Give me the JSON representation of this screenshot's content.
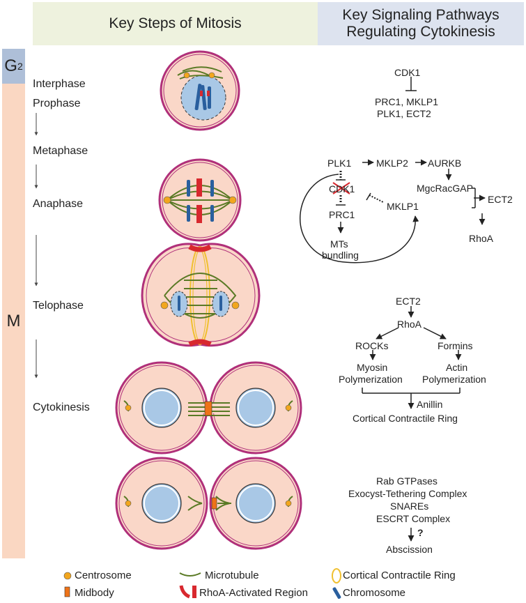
{
  "headers": {
    "left": "Key Steps of Mitosis",
    "right_line1": "Key Signaling Pathways",
    "right_line2": "Regulating Cytokinesis"
  },
  "phase_bars": {
    "g2": "G",
    "g2_sub": "2",
    "m": "M"
  },
  "stages": {
    "interphase": "Interphase",
    "prophase": "Prophase",
    "metaphase": "Metaphase",
    "anaphase": "Anaphase",
    "telophase": "Telophase",
    "cytokinesis": "Cytokinesis"
  },
  "pathways": {
    "p1": {
      "cdk1": "CDK1",
      "line1": "PRC1, MKLP1",
      "line2": "PLK1, ECT2"
    },
    "p2": {
      "plk1": "PLK1",
      "mklp2": "MKLP2",
      "aurkb": "AURKB",
      "cdk1": "CDK1",
      "mgcracgap": "MgcRacGAP",
      "mklp1": "MKLP1",
      "ect2": "ECT2",
      "prc1": "PRC1",
      "rhoa": "RhoA",
      "mts1": "MTs",
      "mts2": "bundling"
    },
    "p3": {
      "ect2": "ECT2",
      "rhoa": "RhoA",
      "rocks": "ROCKs",
      "formins": "Formins",
      "myosin": "Myosin",
      "myosin_poly": "Polymerization",
      "actin": "Actin",
      "actin_poly": "Polymerization",
      "anillin": "Anillin",
      "ring": "Cortical Contractile Ring"
    },
    "p4": {
      "rab": "Rab GTPases",
      "exocyst": "Exocyst-Tethering Complex",
      "snares": "SNAREs",
      "escrt": "ESCRT Complex",
      "question": "?",
      "abscission": "Abscission"
    }
  },
  "legend": {
    "centrosome": "Centrosome",
    "microtubule": "Microtubule",
    "ring": "Cortical Contractile Ring",
    "midbody": "Midbody",
    "rhoa_region": "RhoA-Activated Region",
    "chromosome": "Chromosome"
  },
  "colors": {
    "cell_fill": "#fad7c8",
    "membrane": "#b0307a",
    "nucleus": "#a9c8e6",
    "microtubule": "#5a7a25",
    "centrosome": "#f2a61e",
    "chromosome_blue": "#2a5f9e",
    "rhoa_red": "#d8282e",
    "midbody": "#ee7318",
    "ring": "#f0c030"
  }
}
